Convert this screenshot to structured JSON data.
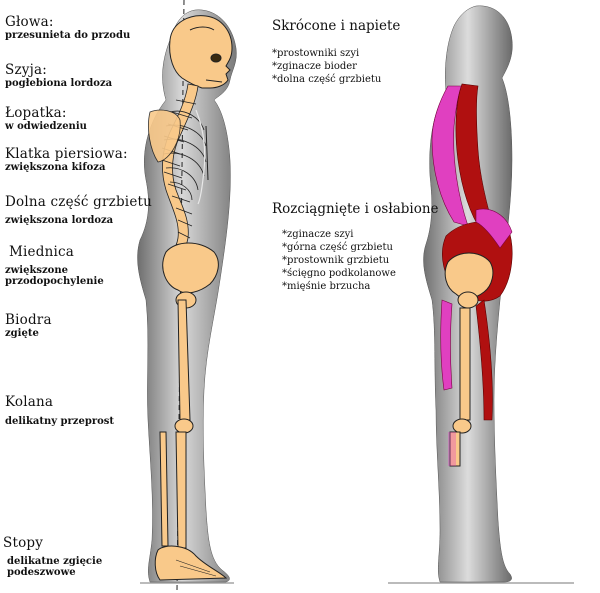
{
  "left_labels": [
    {
      "heading": "Głowa:",
      "detail": "przesunieta do przodu"
    },
    {
      "heading": "Szyja:",
      "detail": "pogłebiona lordoza"
    },
    {
      "heading": "Łopatka:",
      "detail": "w odwiedzeniu"
    },
    {
      "heading": "Klatka piersiowa:",
      "detail": "zwiększona kifoza"
    },
    {
      "heading": "Dolna część grzbietu",
      "detail": "zwiększona lordoza"
    },
    {
      "heading": "Miednica",
      "detail_lines": [
        "zwiększone",
        "przodopochylenie"
      ]
    },
    {
      "heading": "Biodra",
      "detail": "zgięte"
    },
    {
      "heading": "Kolana",
      "detail": "delikatny przeprost"
    },
    {
      "heading": "Stopy",
      "detail_lines": [
        "delikatne zgięcie",
        "podeszwowe"
      ]
    }
  ],
  "right_labels": {
    "shortened": {
      "heading": "Skrócone i napiete",
      "items": [
        "*prostowniki szyi",
        "*zginacze bioder",
        "*dolna część grzbietu"
      ]
    },
    "stretched": {
      "heading": "Rozciągnięte i osłabione",
      "items": [
        "*zginacze szyi",
        "*górna część grzbietu",
        "*prostownik grzbietu",
        "*ścięgno podkolanowe",
        "*mięśnie brzucha"
      ]
    }
  },
  "colors": {
    "body_gray": "#8c8c8c",
    "bone": "#f9c98a",
    "bone_outline": "#222222",
    "muscle_dark": "#b01010",
    "muscle_pink": "#e040c0"
  }
}
